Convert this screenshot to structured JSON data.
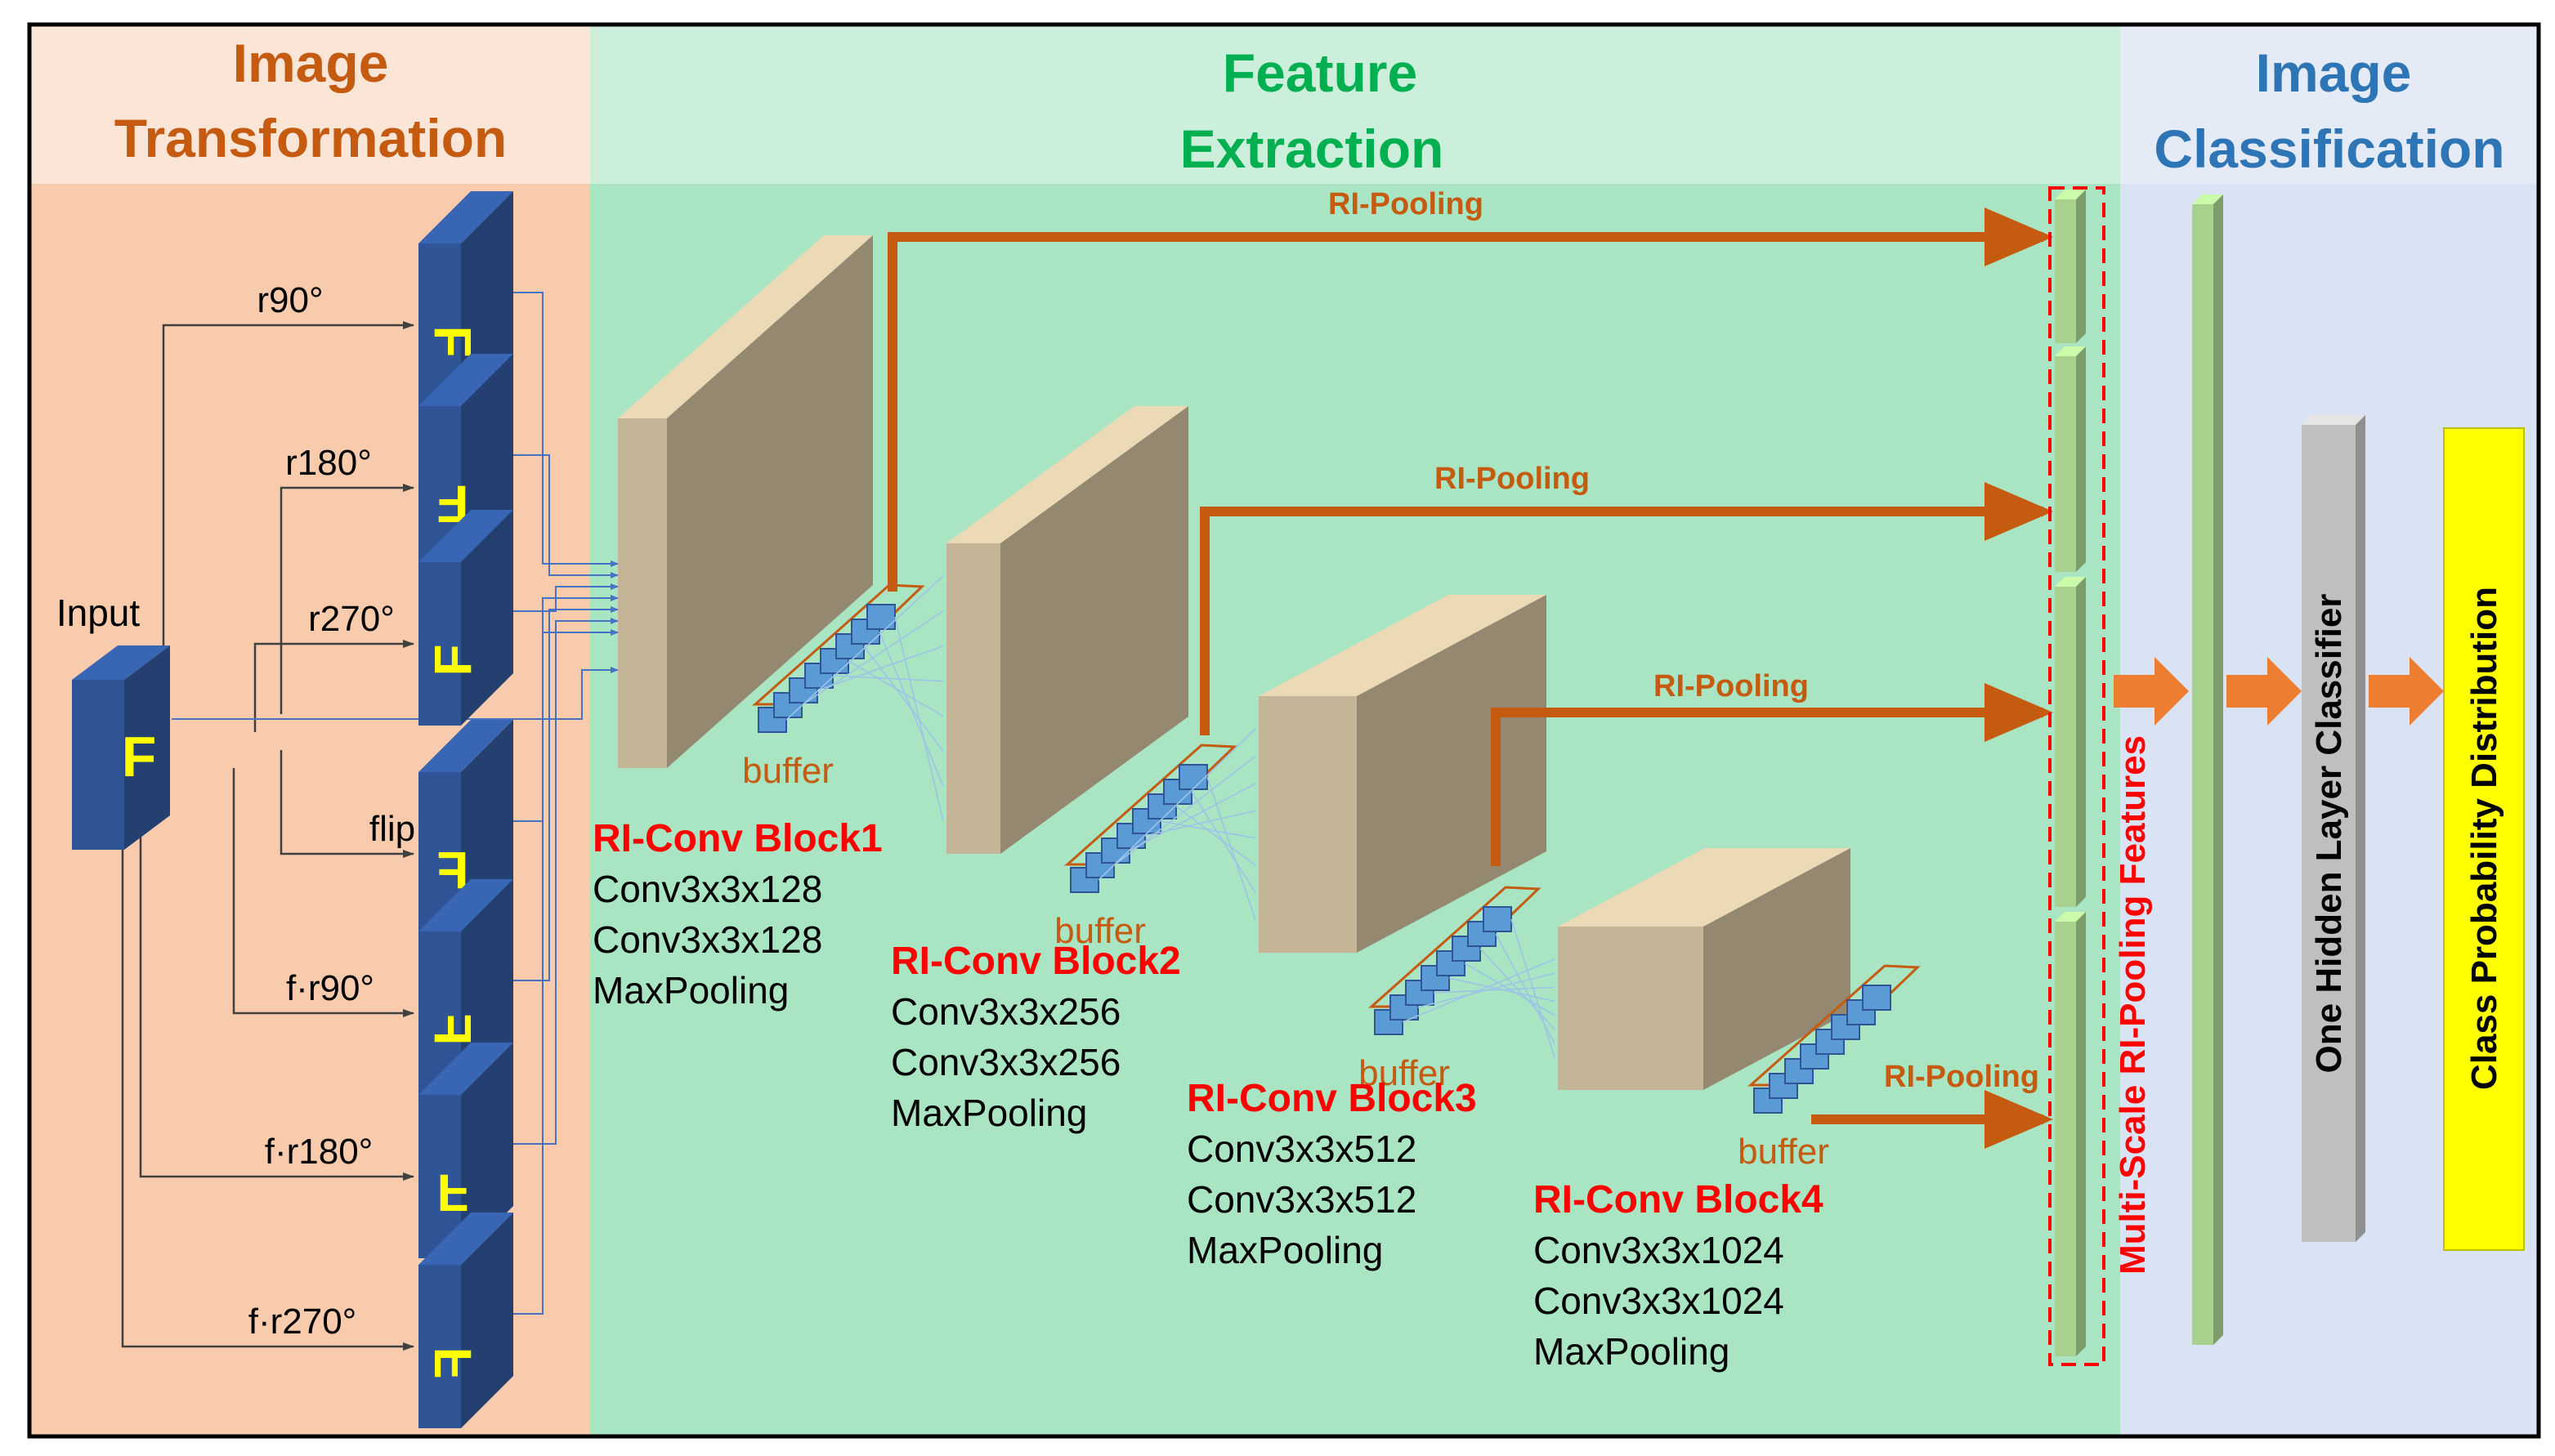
{
  "sections": {
    "transformation": {
      "line1": "Image",
      "line2": "Transformation"
    },
    "extraction": {
      "line1": "Feature",
      "line2": "Extraction"
    },
    "classification": {
      "line1": "Image",
      "line2": "Classification"
    }
  },
  "input_label": "Input",
  "glyph": "F",
  "transforms": [
    "r90°",
    "r180°",
    "r270°",
    "flip",
    "f·r90°",
    "f·r180°",
    "f·r270°"
  ],
  "pooling_label": "RI-Pooling",
  "buffer_label": "buffer",
  "blocks": [
    {
      "title": "RI-Conv Block1",
      "layers": [
        "Conv3x3x128",
        "Conv3x3x128",
        "MaxPooling"
      ]
    },
    {
      "title": "RI-Conv Block2",
      "layers": [
        "Conv3x3x256",
        "Conv3x3x256",
        "MaxPooling"
      ]
    },
    {
      "title": "RI-Conv Block3",
      "layers": [
        "Conv3x3x512",
        "Conv3x3x512",
        "MaxPooling"
      ]
    },
    {
      "title": "RI-Conv Block4",
      "layers": [
        "Conv3x3x1024",
        "Conv3x3x1024",
        "MaxPooling"
      ]
    }
  ],
  "multiscale_label": "Multi-Scale RI-Pooling Features",
  "hidden_layer_label": "One Hidden Layer  Classifier",
  "class_prob_label": "Class Probability Distribution",
  "colors": {
    "transformation_bg": "#f8cbad",
    "transformation_header": "#fbe5d6",
    "extraction_bg": "#a9e5c3",
    "extraction_header": "#ccefdb",
    "classification_bg": "#dae3f3",
    "classification_header": "#e4ebf6",
    "title_orange": "#c55a11",
    "title_green": "#00b050",
    "title_blue": "#2e75b6",
    "block_red": "#ff0000",
    "pool_arrow": "#c55a11",
    "image_card": "#2f5597",
    "glyph_yellow": "#ffff00",
    "feature_map": "#c5b597",
    "buffer_cell": "#5b9bd5",
    "pool_bar": "#a9d18e",
    "hidden_bar": "#bfbfbf",
    "prob_bar": "#ffff00",
    "arrow_fill": "#ed7d31"
  }
}
